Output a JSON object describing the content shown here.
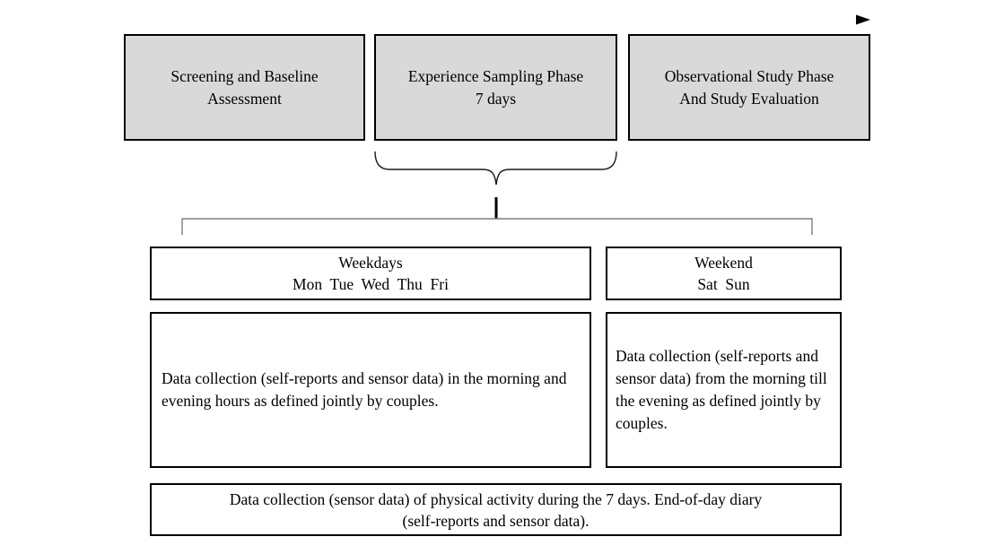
{
  "figure": {
    "phases": [
      {
        "line1": "Screening and Baseline",
        "line2": "Assessment"
      },
      {
        "line1": "Experience Sampling Phase",
        "line2": "7 days"
      },
      {
        "line1": "Observational Study Phase",
        "line2": "And Study Evaluation"
      }
    ],
    "day_groups": [
      {
        "title": "Weekdays",
        "days": "Mon  Tue  Wed  Thu  Fri",
        "description": "Data collection (self-reports and sensor data) in the morning and evening hours as defined jointly by couples."
      },
      {
        "title": "Weekend",
        "days": "Sat  Sun",
        "description": "Data collection (self-reports and sensor data) from the morning till the evening as defined jointly by couples."
      }
    ],
    "footer": {
      "line1": "Data collection (sensor data) of physical activity during the 7 days. End-of-day diary",
      "line2": "(self-reports and sensor data)."
    },
    "colors": {
      "phase_fill": "#d9d9d9",
      "box_border": "#000000",
      "bracket_line": "#7f7f7f",
      "arrow_line": "#2a2a2a",
      "background": "#ffffff"
    }
  }
}
